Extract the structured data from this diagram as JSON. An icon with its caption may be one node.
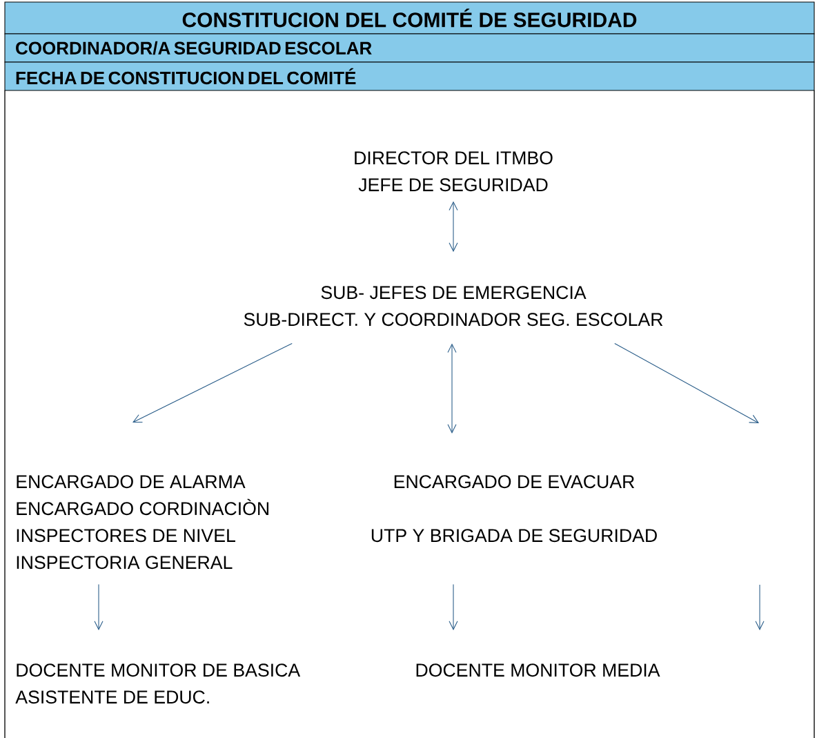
{
  "diagram": {
    "nodes": [
      {
        "text": [
          "CONSTITUCION DEL COMITÉ DE SEGURIDAD"
        ]
      },
      {
        "text": [
          "COORDINADOR/A SEGURIDAD ESCOLAR"
        ]
      },
      {
        "text": [
          "FECHA DE CONSTITUCION DEL COMITÉ"
        ]
      },
      {
        "text": [
          "DIRECTOR DEL ITMBO",
          "JEFE DE SEGURIDAD"
        ]
      },
      {
        "text": [
          "SUB- JEFES DE EMERGENCIA",
          "SUB-DIRECT. Y COORDINADOR SEG. ESCOLAR"
        ]
      },
      {
        "text": [
          "ENCARGADO DE ALARMA",
          "ENCARGADO CORDINACIÒN",
          "INSPECTORES DE NIVEL",
          "INSPECTORIA GENERAL"
        ]
      },
      {
        "text": [
          "ENCARGADO DE EVACUAR",
          "UTP Y BRIGADA DE SEGURIDAD"
        ]
      },
      {
        "text": [
          "DOCENTE MONITOR  DE BASICA",
          "ASISTENTE  DE EDUC."
        ]
      },
      {
        "text": [
          "DOCENTE MONITOR MEDIA"
        ]
      }
    ],
    "edges": [
      {
        "from": 3,
        "to": 4,
        "arrow": "both"
      },
      {
        "from": 4,
        "to": 5,
        "arrow": "to"
      },
      {
        "from": 4,
        "to": 6,
        "arrow": "both"
      },
      {
        "from": 4,
        "to": null,
        "arrow": "to"
      },
      {
        "from": 5,
        "to": 7,
        "arrow": "to"
      },
      {
        "from": 6,
        "to": 8,
        "arrow": "to"
      }
    ]
  }
}
